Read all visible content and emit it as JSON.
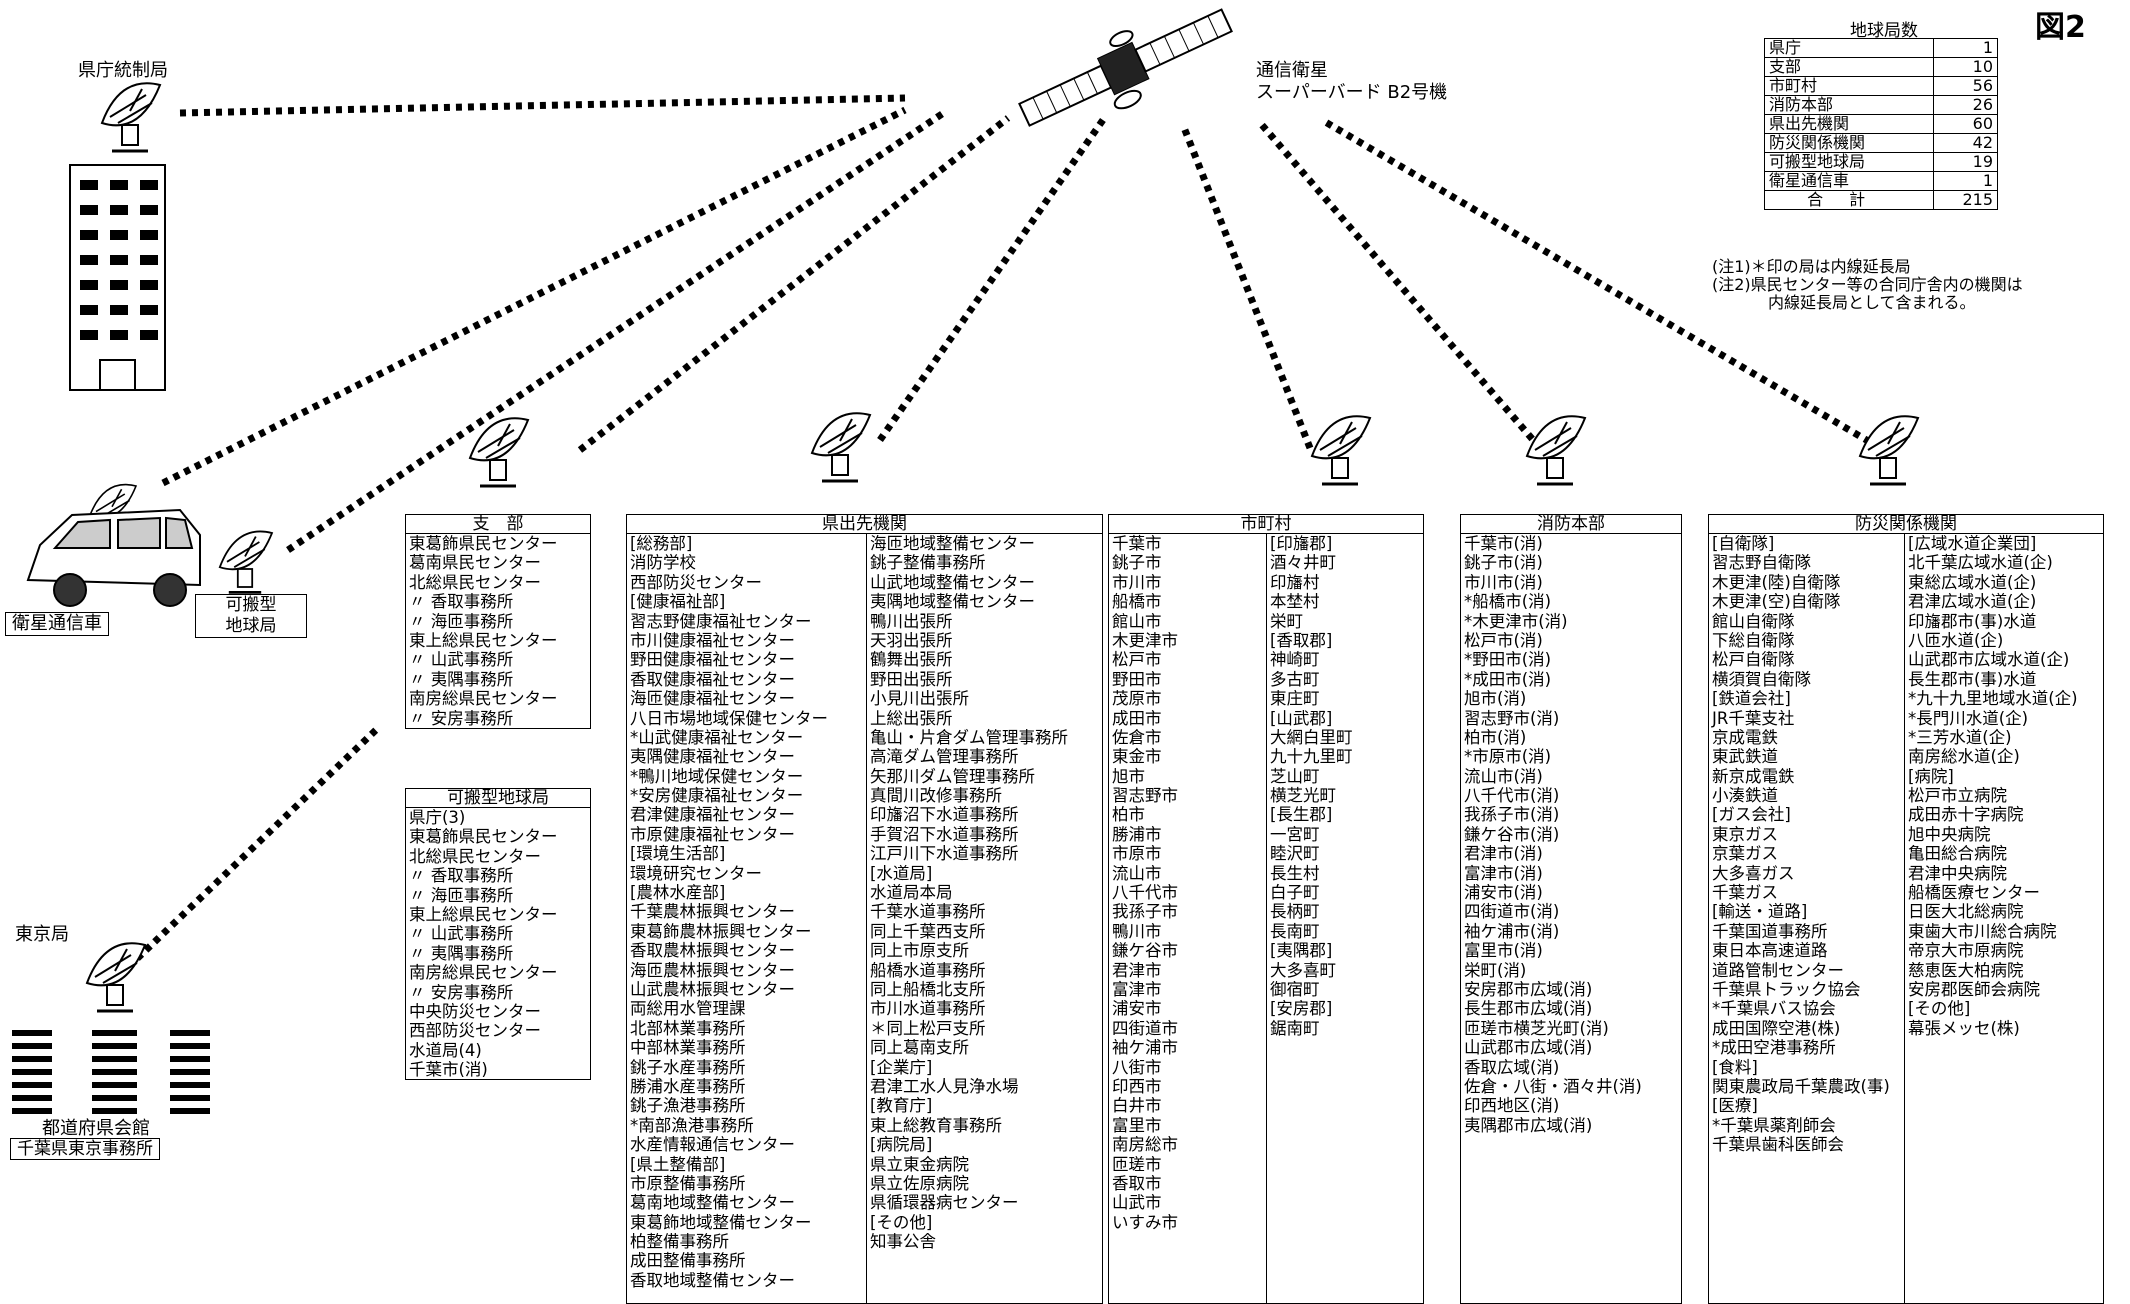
{
  "figure_label": "図2",
  "satellite": {
    "line1": "通信衛星",
    "line2": "スーパーバード B2号機"
  },
  "hq": {
    "label": "県庁統制局"
  },
  "vehicle": {
    "label": "衛星通信車"
  },
  "portable": {
    "line1": "可搬型",
    "line2": "地球局"
  },
  "tokyo": {
    "label": "東京局",
    "caption1": "都道府県会館",
    "caption2": "千葉県東京事務所"
  },
  "station_table": {
    "title": "地球局数",
    "rows": [
      {
        "name": "県庁",
        "count": "1"
      },
      {
        "name": "支部",
        "count": "10"
      },
      {
        "name": "市町村",
        "count": "56"
      },
      {
        "name": "消防本部",
        "count": "26"
      },
      {
        "name": "県出先機関",
        "count": "60"
      },
      {
        "name": "防災関係機関",
        "count": "42"
      },
      {
        "name": "可搬型地球局",
        "count": "19"
      },
      {
        "name": "衛星通信車",
        "count": "1"
      }
    ],
    "total_label": "合計",
    "total": "215"
  },
  "notes": [
    "(注1)＊印の局は内線延長局",
    "(注2)県民センター等の合同庁舎内の機関は",
    "内線延長局として含まれる。"
  ],
  "branch": {
    "title": "支　部",
    "items": [
      "東葛飾県民センター",
      "葛南県民センター",
      "北総県民センター",
      "〃 香取事務所",
      "〃 海匝事務所",
      "東上総県民センター",
      "〃 山武事務所",
      "〃 夷隅事務所",
      "南房総県民センター",
      "〃 安房事務所"
    ]
  },
  "portable_list": {
    "title": "可搬型地球局",
    "items": [
      "県庁(3)",
      "東葛飾県民センター",
      "北総県民センター",
      "〃 香取事務所",
      "〃 海匝事務所",
      "東上総県民センター",
      "〃 山武事務所",
      "〃 夷隅事務所",
      "南房総県民センター",
      "〃 安房事務所",
      "中央防災センター",
      "西部防災センター",
      "水道局(4)",
      "千葉市(消)"
    ]
  },
  "pref_offices": {
    "title": "県出先機関",
    "col1": [
      "[総務部]",
      "消防学校",
      "西部防災センター",
      "[健康福祉部]",
      "習志野健康福祉センター",
      "市川健康福祉センター",
      "野田健康福祉センター",
      "香取健康福祉センター",
      "海匝健康福祉センター",
      "八日市場地域保健センター",
      "*山武健康福祉センター",
      "夷隅健康福祉センター",
      "*鴨川地域保健センター",
      "*安房健康福祉センター",
      "君津健康福祉センター",
      "市原健康福祉センター",
      "[環境生活部]",
      "環境研究センター",
      "[農林水産部]",
      "千葉農林振興センター",
      "東葛飾農林振興センター",
      "香取農林振興センター",
      "海匝農林振興センター",
      "山武農林振興センター",
      "両総用水管理課",
      "北部林業事務所",
      "中部林業事務所",
      "銚子水産事務所",
      "勝浦水産事務所",
      "銚子漁港事務所",
      "*南部漁港事務所",
      "水産情報通信センター",
      "[県土整備部]",
      "市原整備事務所",
      "葛南地域整備センター",
      "東葛飾地域整備センター",
      "柏整備事務所",
      "成田整備事務所",
      "香取地域整備センター"
    ],
    "col2": [
      "海匝地域整備センター",
      "銚子整備事務所",
      "山武地域整備センター",
      "夷隅地域整備センター",
      "鴨川出張所",
      "天羽出張所",
      "鶴舞出張所",
      "野田出張所",
      "小見川出張所",
      "上総出張所",
      "亀山・片倉ダム管理事務所",
      "高滝ダム管理事務所",
      "矢那川ダム管理事務所",
      "真間川改修事務所",
      "印旛沼下水道事務所",
      "手賀沼下水道事務所",
      "江戸川下水道事務所",
      "[水道局]",
      "水道局本局",
      "千葉水道事務所",
      "同上千葉西支所",
      "同上市原支所",
      "船橋水道事務所",
      "同上船橋北支所",
      "市川水道事務所",
      "＊同上松戸支所",
      "同上葛南支所",
      "[企業庁]",
      "君津工水人見浄水場",
      "[教育庁]",
      "東上総教育事務所",
      "[病院局]",
      "県立東金病院",
      "県立佐原病院",
      "県循環器病センター",
      "[その他]",
      "知事公舎"
    ]
  },
  "municipalities": {
    "title": "市町村",
    "col1": [
      "千葉市",
      "銚子市",
      "市川市",
      "船橋市",
      "館山市",
      "木更津市",
      "松戸市",
      "野田市",
      "茂原市",
      "成田市",
      "佐倉市",
      "東金市",
      "旭市",
      "習志野市",
      "柏市",
      "勝浦市",
      "市原市",
      "流山市",
      "八千代市",
      "我孫子市",
      "鴨川市",
      "鎌ケ谷市",
      "君津市",
      "富津市",
      "浦安市",
      "四街道市",
      "袖ケ浦市",
      "八街市",
      "印西市",
      "白井市",
      "富里市",
      "南房総市",
      "匝瑳市",
      "香取市",
      "山武市",
      "いすみ市"
    ],
    "col2": [
      "[印旛郡]",
      "酒々井町",
      "印旛村",
      "本埜村",
      "栄町",
      "[香取郡]",
      "神崎町",
      "多古町",
      "東庄町",
      "[山武郡]",
      "大網白里町",
      "九十九里町",
      "芝山町",
      "横芝光町",
      "[長生郡]",
      "一宮町",
      "睦沢町",
      "長生村",
      "白子町",
      "長柄町",
      "長南町",
      "[夷隅郡]",
      "大多喜町",
      "御宿町",
      "[安房郡]",
      "鋸南町"
    ]
  },
  "fire": {
    "title": "消防本部",
    "items": [
      "千葉市(消)",
      "銚子市(消)",
      "市川市(消)",
      "*船橋市(消)",
      "*木更津市(消)",
      "松戸市(消)",
      "*野田市(消)",
      "*成田市(消)",
      "旭市(消)",
      "習志野市(消)",
      "柏市(消)",
      "*市原市(消)",
      "流山市(消)",
      "八千代市(消)",
      "我孫子市(消)",
      "鎌ケ谷市(消)",
      "君津市(消)",
      "富津市(消)",
      "浦安市(消)",
      "四街道市(消)",
      "袖ケ浦市(消)",
      "富里市(消)",
      "栄町(消)",
      "安房郡市広域(消)",
      "長生郡市広域(消)",
      "匝瑳市横芝光町(消)",
      "山武郡市広域(消)",
      "香取広域(消)",
      "佐倉・八街・酒々井(消)",
      "印西地区(消)",
      "夷隅郡市広域(消)"
    ]
  },
  "disaster": {
    "title": "防災関係機関",
    "col1": [
      "[自衛隊]",
      "習志野自衛隊",
      "木更津(陸)自衛隊",
      "木更津(空)自衛隊",
      "館山自衛隊",
      "下総自衛隊",
      "松戸自衛隊",
      "横須賀自衛隊",
      "[鉄道会社]",
      "JR千葉支社",
      "京成電鉄",
      "東武鉄道",
      "新京成電鉄",
      "小湊鉄道",
      "[ガス会社]",
      "東京ガス",
      "京葉ガス",
      "大多喜ガス",
      "千葉ガス",
      "[輸送・道路]",
      "千葉国道事務所",
      "東日本高速道路",
      "道路管制センター",
      "千葉県トラック協会",
      "*千葉県バス協会",
      "成田国際空港(株)",
      "*成田空港事務所",
      "[食料]",
      "関東農政局千葉農政(事)",
      "[医療]",
      "*千葉県薬剤師会",
      "千葉県歯科医師会"
    ],
    "col2": [
      "[広域水道企業団]",
      "北千葉広域水道(企)",
      "東総広域水道(企)",
      "君津広域水道(企)",
      "印旛郡市(事)水道",
      "八匝水道(企)",
      "山武郡市広域水道(企)",
      "長生郡市(事)水道",
      "*九十九里地域水道(企)",
      "*長門川水道(企)",
      "*三芳水道(企)",
      "南房総水道(企)",
      "[病院]",
      "松戸市立病院",
      "成田赤十字病院",
      "旭中央病院",
      "亀田総合病院",
      "君津中央病院",
      "船橋医療センター",
      "日医大北総病院",
      "東歯大市川総合病院",
      "帝京大市原病院",
      "慈恵医大柏病院",
      "安房郡医師会病院",
      "[その他]",
      "幕張メッセ(株)"
    ]
  }
}
